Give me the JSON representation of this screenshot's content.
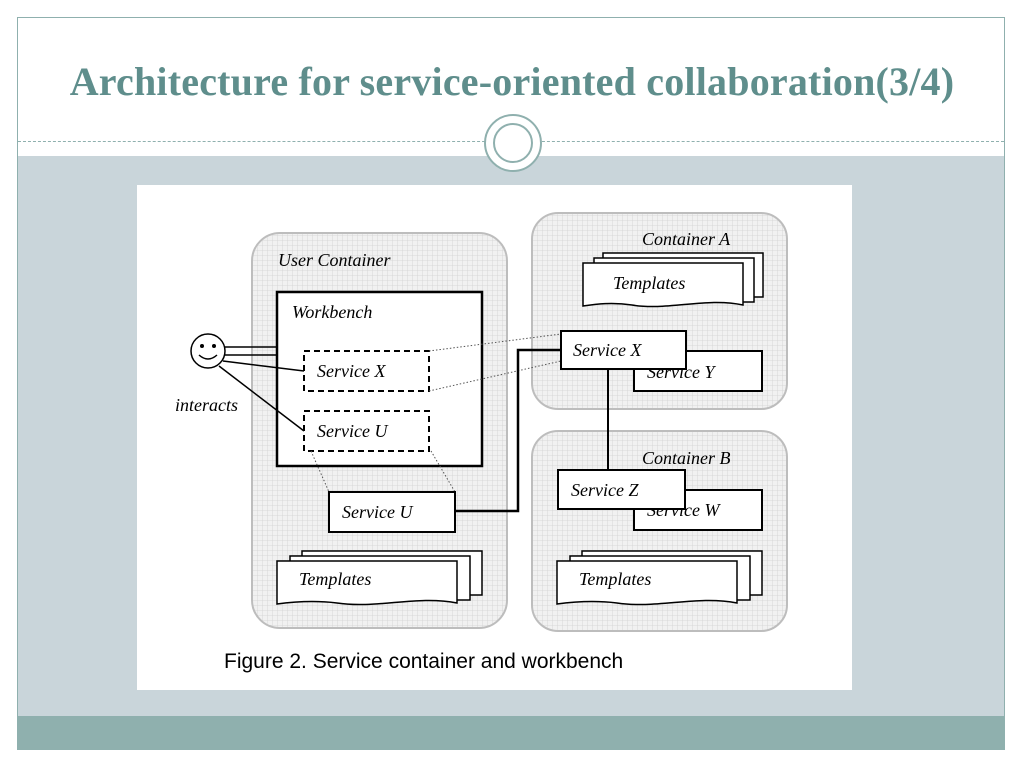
{
  "slide": {
    "title": "Architecture for service-oriented collaboration(3/4)"
  },
  "diagram": {
    "user_container": {
      "label": "User Container",
      "workbench_label": "Workbench",
      "workbench_service_x": "Service X",
      "workbench_service_u": "Service U",
      "service_u": "Service U",
      "templates": "Templates"
    },
    "container_a": {
      "label": "Container A",
      "templates": "Templates",
      "service_x": "Service X",
      "service_y": "Service Y"
    },
    "container_b": {
      "label": "Container B",
      "templates": "Templates",
      "service_z": "Service Z",
      "service_w": "Service W"
    },
    "user_label": "interacts",
    "caption": "Figure 2. Service container and workbench"
  },
  "colors": {
    "accent": "#5f8e8c",
    "band": "#c9d5da",
    "footer": "#8fb0ae"
  }
}
